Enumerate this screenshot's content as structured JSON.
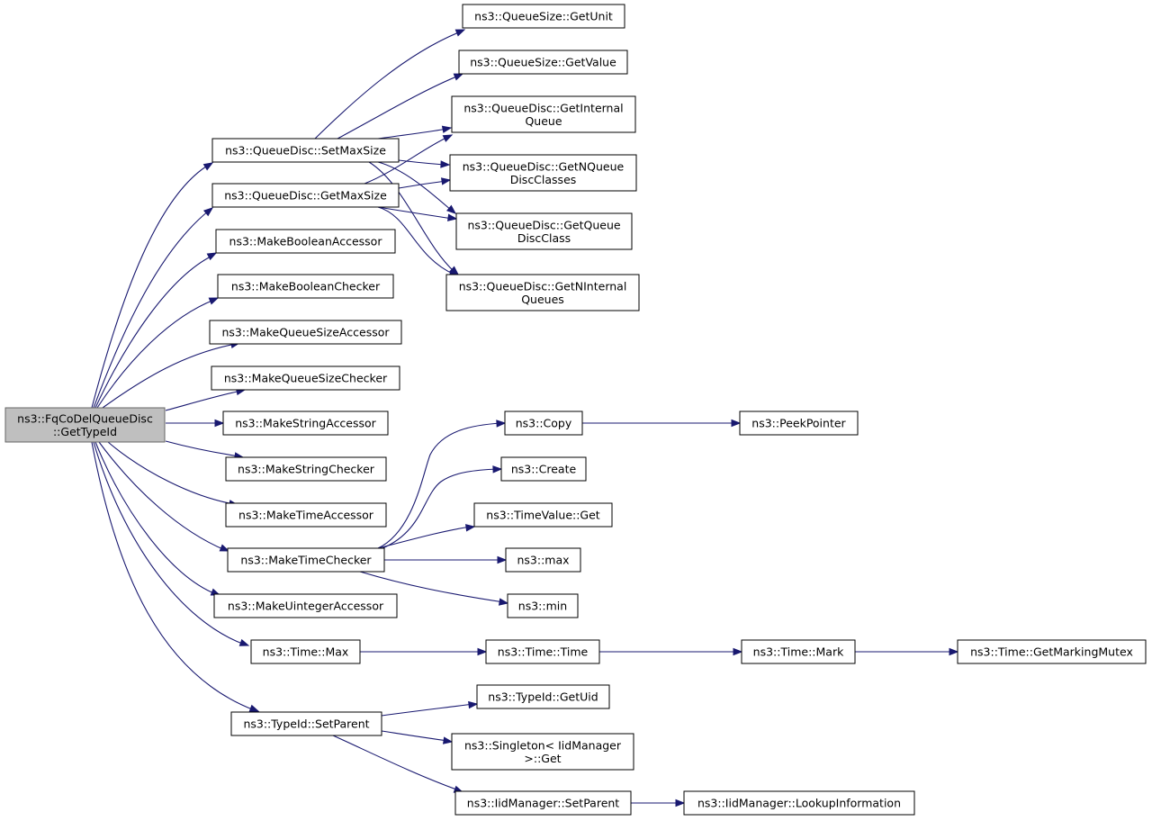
{
  "nodes": {
    "root": [
      "ns3::FqCoDelQueueDisc",
      "::GetTypeId"
    ],
    "setMaxSize": [
      "ns3::QueueDisc::SetMaxSize"
    ],
    "getMaxSize": [
      "ns3::QueueDisc::GetMaxSize"
    ],
    "makeBooleanAccessor": [
      "ns3::MakeBooleanAccessor"
    ],
    "makeBooleanChecker": [
      "ns3::MakeBooleanChecker"
    ],
    "makeQueueSizeAccessor": [
      "ns3::MakeQueueSizeAccessor"
    ],
    "makeQueueSizeChecker": [
      "ns3::MakeQueueSizeChecker"
    ],
    "makeStringAccessor": [
      "ns3::MakeStringAccessor"
    ],
    "makeStringChecker": [
      "ns3::MakeStringChecker"
    ],
    "makeTimeAccessor": [
      "ns3::MakeTimeAccessor"
    ],
    "makeTimeChecker": [
      "ns3::MakeTimeChecker"
    ],
    "makeUintegerAccessor": [
      "ns3::MakeUintegerAccessor"
    ],
    "timeMax": [
      "ns3::Time::Max"
    ],
    "typeIdSetParent": [
      "ns3::TypeId::SetParent"
    ],
    "queueSizeGetUnit": [
      "ns3::QueueSize::GetUnit"
    ],
    "queueSizeGetValue": [
      "ns3::QueueSize::GetValue"
    ],
    "getInternalQueue": [
      "ns3::QueueDisc::GetInternal",
      "Queue"
    ],
    "getNQueueDiscClasses": [
      "ns3::QueueDisc::GetNQueue",
      "DiscClasses"
    ],
    "getQueueDiscClass": [
      "ns3::QueueDisc::GetQueue",
      "DiscClass"
    ],
    "getNInternalQueues": [
      "ns3::QueueDisc::GetNInternal",
      "Queues"
    ],
    "copy": [
      "ns3::Copy"
    ],
    "peekPointer": [
      "ns3::PeekPointer"
    ],
    "create": [
      "ns3::Create"
    ],
    "timeValueGet": [
      "ns3::TimeValue::Get"
    ],
    "max": [
      "ns3::max"
    ],
    "min": [
      "ns3::min"
    ],
    "timeTime": [
      "ns3::Time::Time"
    ],
    "timeMark": [
      "ns3::Time::Mark"
    ],
    "getMarkingMutex": [
      "ns3::Time::GetMarkingMutex"
    ],
    "typeIdGetUid": [
      "ns3::TypeId::GetUid"
    ],
    "singletonGet": [
      "ns3::Singleton< IidManager",
      ">::Get"
    ],
    "iidSetParent": [
      "ns3::IidManager::SetParent"
    ],
    "lookupInformation": [
      "ns3::IidManager::LookupInformation"
    ]
  }
}
